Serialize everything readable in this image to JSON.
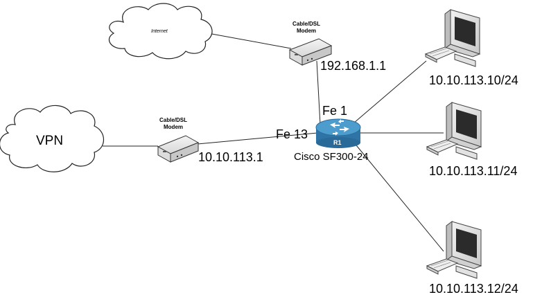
{
  "clouds": {
    "internet": {
      "label": "Internet"
    },
    "vpn": {
      "label": "VPN"
    }
  },
  "modems": {
    "top": {
      "label_line1": "Cable/DSL",
      "label_line2": "Modem",
      "ip": "192.168.1.1"
    },
    "left": {
      "label_line1": "Cable/DSL",
      "label_line2": "Modem",
      "ip": "10.10.113.1"
    }
  },
  "router": {
    "name": "R1",
    "model": "Cisco SF300-24",
    "port_top": "Fe 1",
    "port_left": "Fe 13",
    "body_color": "#3a88b8"
  },
  "hosts": [
    {
      "ip": "10.10.113.10/24"
    },
    {
      "ip": "10.10.113.11/24"
    },
    {
      "ip": "10.10.113.12/24"
    }
  ]
}
